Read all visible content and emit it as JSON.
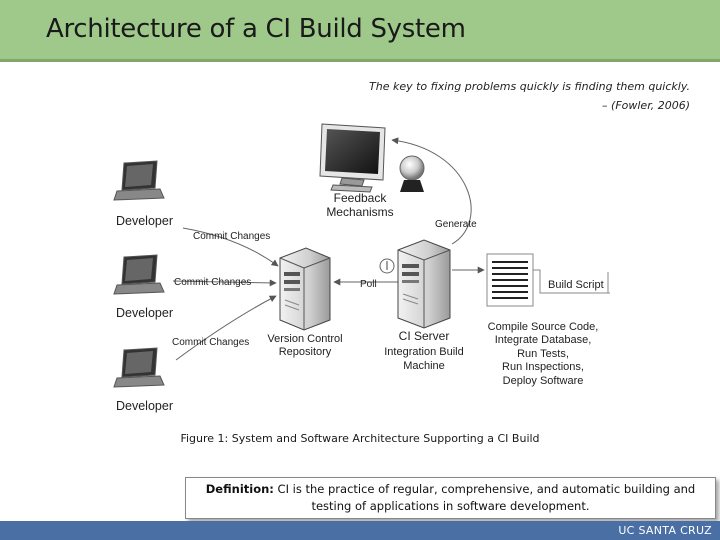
{
  "title": "Architecture of a CI Build System",
  "quote": {
    "line1": "The key to fixing problems quickly is finding them quickly.",
    "line2": "– (Fowler, 2006)"
  },
  "diagram": {
    "developer_label": "Developer",
    "commit_label": "Commit Changes",
    "feedback_line1": "Feedback",
    "feedback_line2": "Mechanisms",
    "generate_label": "Generate",
    "poll_label": "Poll",
    "vcr_line1": "Version Control",
    "vcr_line2": "Repository",
    "ci_line1": "CI Server",
    "ci_line2": "Integration Build",
    "ci_line3": "Machine",
    "build_script_label": "Build Script",
    "tasks": [
      "Compile Source Code,",
      "Integrate Database,",
      "Run Tests,",
      "Run Inspections,",
      "Deploy Software"
    ]
  },
  "caption": "Figure 1:  System and Software Architecture Supporting a CI Build",
  "definition": {
    "term": "Definition:",
    "text": " CI is the practice of regular, comprehensive, and automatic building and testing of applications in software development."
  },
  "footer": "UC SANTA CRUZ"
}
